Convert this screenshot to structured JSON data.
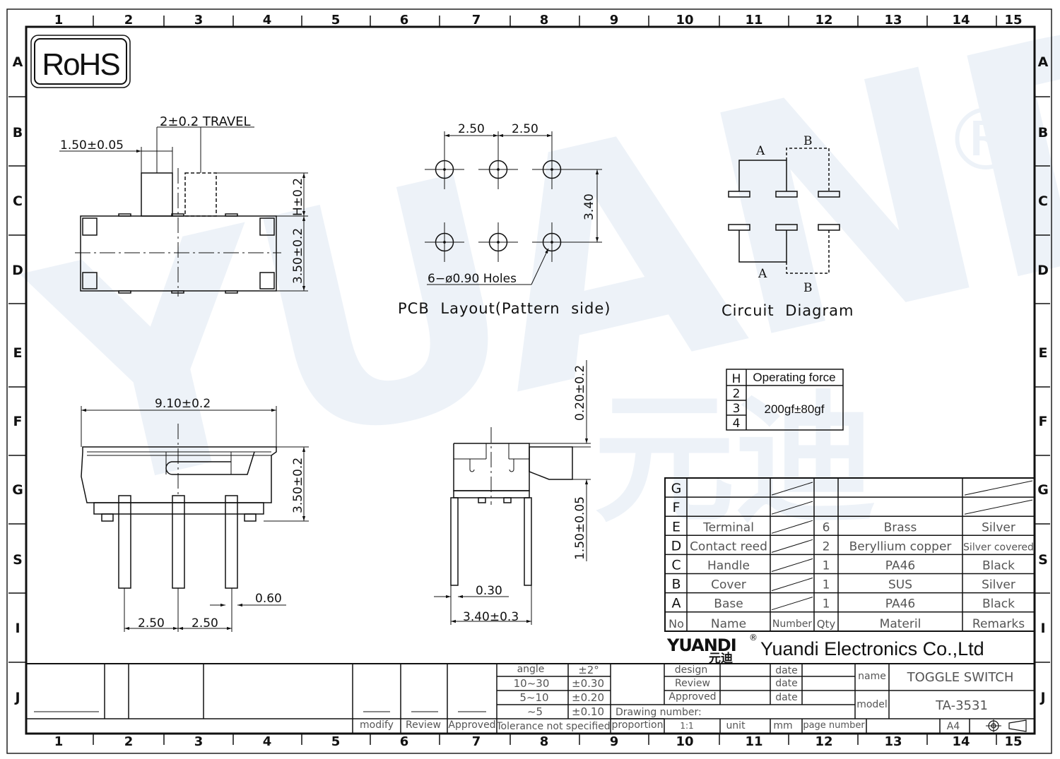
{
  "frame": {
    "col_labels": [
      "1",
      "2",
      "3",
      "4",
      "5",
      "6",
      "7",
      "8",
      "9",
      "10",
      "11",
      "12",
      "13",
      "14",
      "15"
    ],
    "row_labels": [
      "A",
      "B",
      "C",
      "D",
      "E",
      "F",
      "G",
      "S",
      "I",
      "J"
    ]
  },
  "logo": {
    "rohs": "RoHS"
  },
  "watermark": {
    "text": "YUANDI",
    "cn": "元迪",
    "reg": "®"
  },
  "top_view": {
    "travel": "2±0.2 TRAVEL",
    "dim_150": "1.50±0.05",
    "dim_h": "H±0.2",
    "dim_350": "3.50±0.2"
  },
  "pcb": {
    "dim_a": "2.50",
    "dim_b": "2.50",
    "dim_340": "3.40",
    "holes": "6−ø0.90 Holes",
    "caption": "PCB Layout(Pattern side)"
  },
  "circuit": {
    "label_a": "A",
    "label_b": "B",
    "caption": "Circuit Diagram"
  },
  "force_table": {
    "h": "H",
    "header": "Operating force",
    "rows": [
      "2",
      "3",
      "4"
    ],
    "value": "200gf±80gf"
  },
  "front_view": {
    "dim_910": "9.10±0.2",
    "dim_350": "3.50±0.2",
    "dim_060": "0.60",
    "dim_250_a": "2.50",
    "dim_250_b": "2.50"
  },
  "side_view": {
    "dim_020": "0.20±0.2",
    "dim_150": "1.50±0.05",
    "dim_030": "0.30",
    "dim_340": "3.40±0.3"
  },
  "bom": {
    "rows": [
      {
        "id": "G",
        "name": "",
        "num": "",
        "qty": "",
        "mat": "",
        "rem": ""
      },
      {
        "id": "F",
        "name": "",
        "num": "",
        "qty": "",
        "mat": "",
        "rem": ""
      },
      {
        "id": "E",
        "name": "Terminal",
        "num": "",
        "qty": "6",
        "mat": "Brass",
        "rem": "Silver"
      },
      {
        "id": "D",
        "name": "Contact reed",
        "num": "",
        "qty": "2",
        "mat": "Beryllium copper",
        "rem": "Silver covered"
      },
      {
        "id": "C",
        "name": "Handle",
        "num": "",
        "qty": "1",
        "mat": "PA46",
        "rem": "Black"
      },
      {
        "id": "B",
        "name": "Cover",
        "num": "",
        "qty": "1",
        "mat": "SUS",
        "rem": "Silver"
      },
      {
        "id": "A",
        "name": "Base",
        "num": "",
        "qty": "1",
        "mat": "PA46",
        "rem": "Black"
      }
    ],
    "header": {
      "no": "No",
      "name": "Name",
      "num": "Number",
      "qty": "Qty",
      "mat": "Materil",
      "rem": "Remarks"
    }
  },
  "company": {
    "logo": "YUANDI",
    "logo_cn": "元迪",
    "logo_reg": "®",
    "name": "Yuandi Electronics Co.,Ltd"
  },
  "title_block": {
    "tol_header": {
      "c1": "angle",
      "c2": "±2°"
    },
    "tol_rows": [
      {
        "range": "10~30",
        "tol": "±0.30"
      },
      {
        "range": "5~10",
        "tol": "±0.20"
      },
      {
        "range": "~5",
        "tol": "±0.10"
      }
    ],
    "tol_caption": "Tolerance not specified",
    "modify": "modify",
    "review": "Review",
    "approved": "Approved",
    "design": "design",
    "review2": "Review",
    "approved2": "Approved",
    "date": "date",
    "drawing_number": "Drawing number:",
    "proportion": "proportion",
    "scale": "1:1",
    "unit": "unit",
    "mm": "mm",
    "page_number": "page number",
    "size": "A4",
    "name_label": "name",
    "name_value": "TOGGLE SWITCH",
    "model_label": "model",
    "model_value": "TA-3531"
  }
}
